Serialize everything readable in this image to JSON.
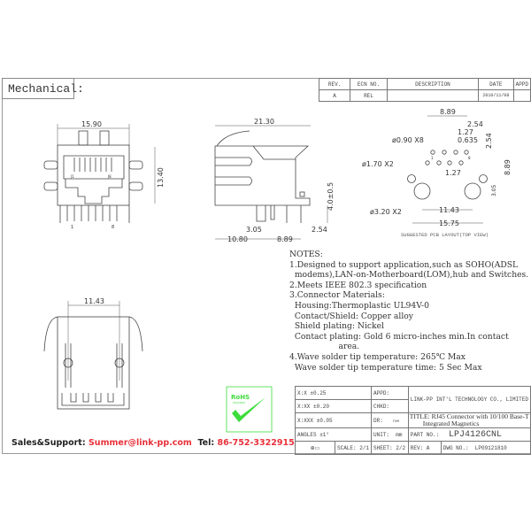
{
  "section_title": "Mechanical:",
  "revision_table": {
    "headers": [
      "REV.",
      "ECN NO.",
      "DESCRIPTION",
      "DATE",
      "APPD"
    ],
    "rows": [
      [
        "A",
        "REL",
        "",
        "2010/11/08",
        ""
      ]
    ]
  },
  "front_view": {
    "width": "15.90",
    "height": "13.40",
    "pin_first": "1",
    "pin_last": "8",
    "led_left": "J1",
    "led_right": "J8"
  },
  "side_view": {
    "length": "21.30",
    "pin_length": "4.0±0.5",
    "dim_a": "3.05",
    "dim_b": "2.54",
    "dim_c": "10.80",
    "dim_d": "8.89"
  },
  "bottom_view": {
    "width": "11.43"
  },
  "pcb_layout": {
    "caption": "SUGGESTED PCB LAYOUT(TOP VIEW)",
    "dims": [
      "8.89",
      "2.54",
      "1.27",
      "0.635",
      "2.54",
      "8.89",
      "1.27",
      "3.05",
      "11.43",
      "15.75"
    ],
    "holes": [
      "ø0.90 X8",
      "ø1.70 X2",
      "ø3.20 X2"
    ],
    "pin_labels": [
      "1",
      "8"
    ]
  },
  "notes": {
    "title": "NOTES:",
    "lines": [
      "1.Designed to support application,such as SOHO(ADSL",
      "  modems),LAN-on-Motherboard(LOM),hub and Switches.",
      "2.Meets IEEE 802.3 specification",
      "3.Connector Materials:",
      "  Housing:Thermoplastic UL94V-0",
      "  Contact/Shield: Copper alloy",
      "  Shield plating: Nickel",
      "  Contact plating: Gold 6 micro-inches min.In contact",
      "                   area.",
      "4.Wave solder tip temperature: 265℃ Max",
      "  Wave solder tip temperature time: 5 Sec Max"
    ]
  },
  "rohs": {
    "label": "RoHS",
    "sub": "2002/95/EC",
    "color": "#3ddc3d"
  },
  "contact": {
    "label": "Sales&Support:",
    "email": "Summer@link-pp.com",
    "tel_label": "Tel:",
    "tel": "86-752-3322915",
    "accent": "#e8313a"
  },
  "title_block": {
    "tol_x": "X:X    ±0.25",
    "tol_xx": "X:XX   ±0.20",
    "tol_xxx": "X:XXX  ±0.05",
    "angles": "ANGLES ±1°",
    "appd": "APPD:",
    "chkd": "CHKD:",
    "dr": "DR:",
    "dr_val": "TOM",
    "unit": "UNIT:",
    "unit_val": "mm",
    "company": "LINK-PP INT'L TECHNOLOGY CO., LIMITED",
    "title_label": "TITLE:",
    "title": "RJ45 Connector with 10/100 Base-T",
    "title2": "Integrated Magnetics",
    "part_label": "PART NO.:",
    "part": "LPJ4126CNL",
    "scale_label": "SCALE:",
    "scale": "2/1",
    "sheet_label": "SHEET:",
    "sheet": "2/2",
    "rev_label": "REV:",
    "rev": "A",
    "dwg_label": "DWG NO.:",
    "dwg": "LP09121810"
  }
}
